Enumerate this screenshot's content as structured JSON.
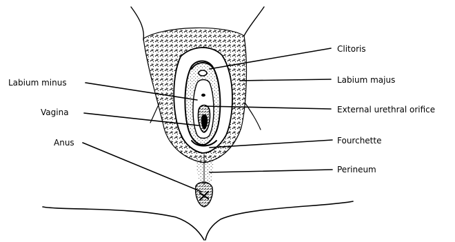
{
  "labels": {
    "clitoris": "Clitoris",
    "labium_majus": "Labium majus",
    "labium_minus": "Labium minus",
    "external_urethral_orifice": "External urethral orifice",
    "vagina": "Vagina",
    "fourchette": "Fourchette",
    "anus": "Anus",
    "perineum": "Perineum"
  }
}
